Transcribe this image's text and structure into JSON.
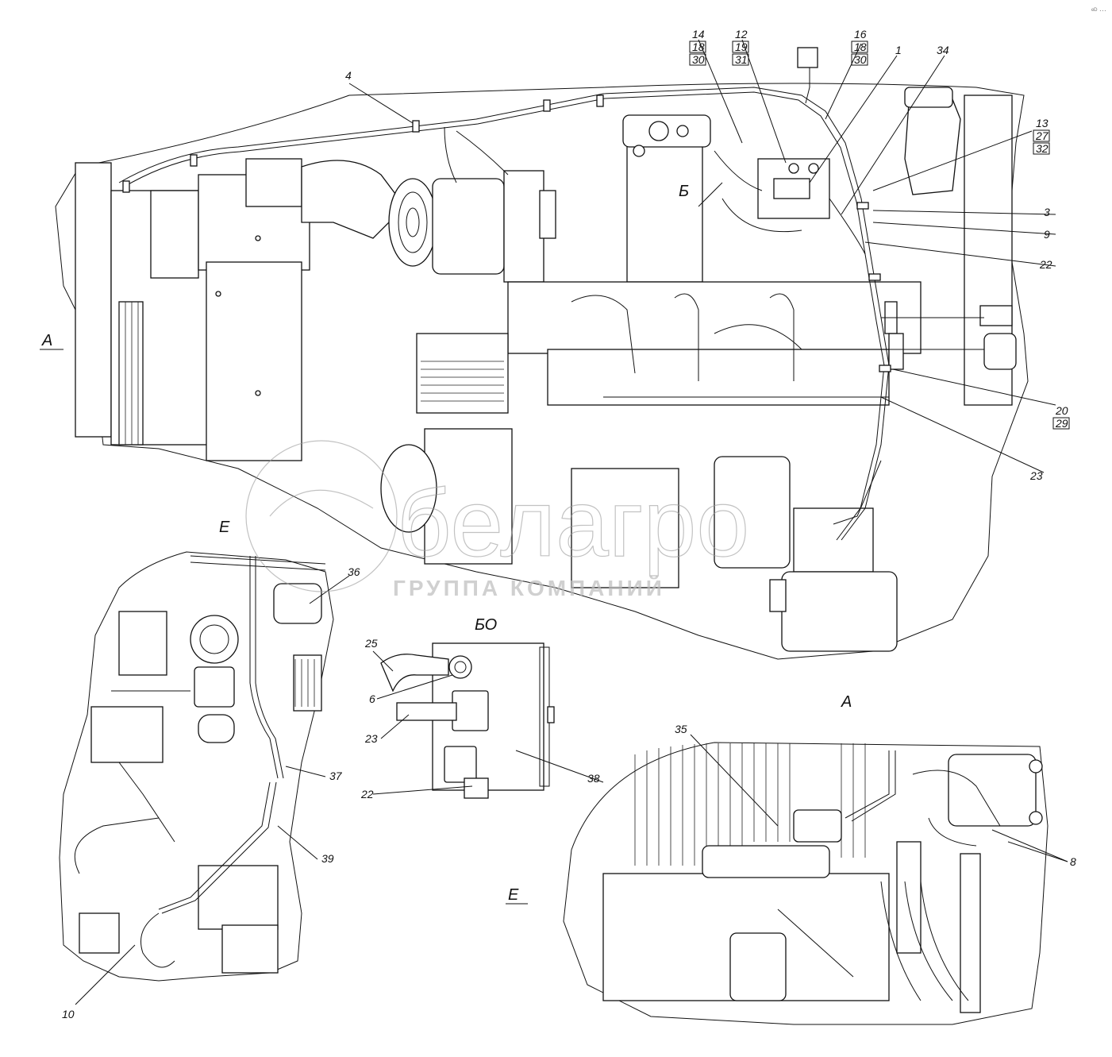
{
  "views": {
    "main": "А",
    "detail_e": "Е",
    "detail_bo": "БО",
    "view_a": "А",
    "view_e": "Е",
    "section_b": "Б"
  },
  "watermark": {
    "brand": "белагро",
    "subtitle": "ГРУППА КОМПАНИЙ"
  },
  "corner_mark": "ᵉᴰ ···",
  "callouts": {
    "c1": "1",
    "c4": "4",
    "c3": "3",
    "c9": "9",
    "c22": "22",
    "c23": "23",
    "c34": "34",
    "c16": "16",
    "c18b": "18",
    "c30b": "30",
    "c12": "12",
    "c19": "19",
    "c31": "31",
    "c14": "14",
    "c18": "18",
    "c30": "30",
    "c13": "13",
    "c27": "27",
    "c32": "32",
    "c20": "20",
    "c29": "29",
    "c36": "36",
    "c37": "37",
    "c39": "39",
    "c10": "10",
    "c25": "25",
    "c6": "6",
    "c23b": "23",
    "c22b": "22",
    "c38": "38",
    "c35": "35",
    "c8": "8"
  }
}
